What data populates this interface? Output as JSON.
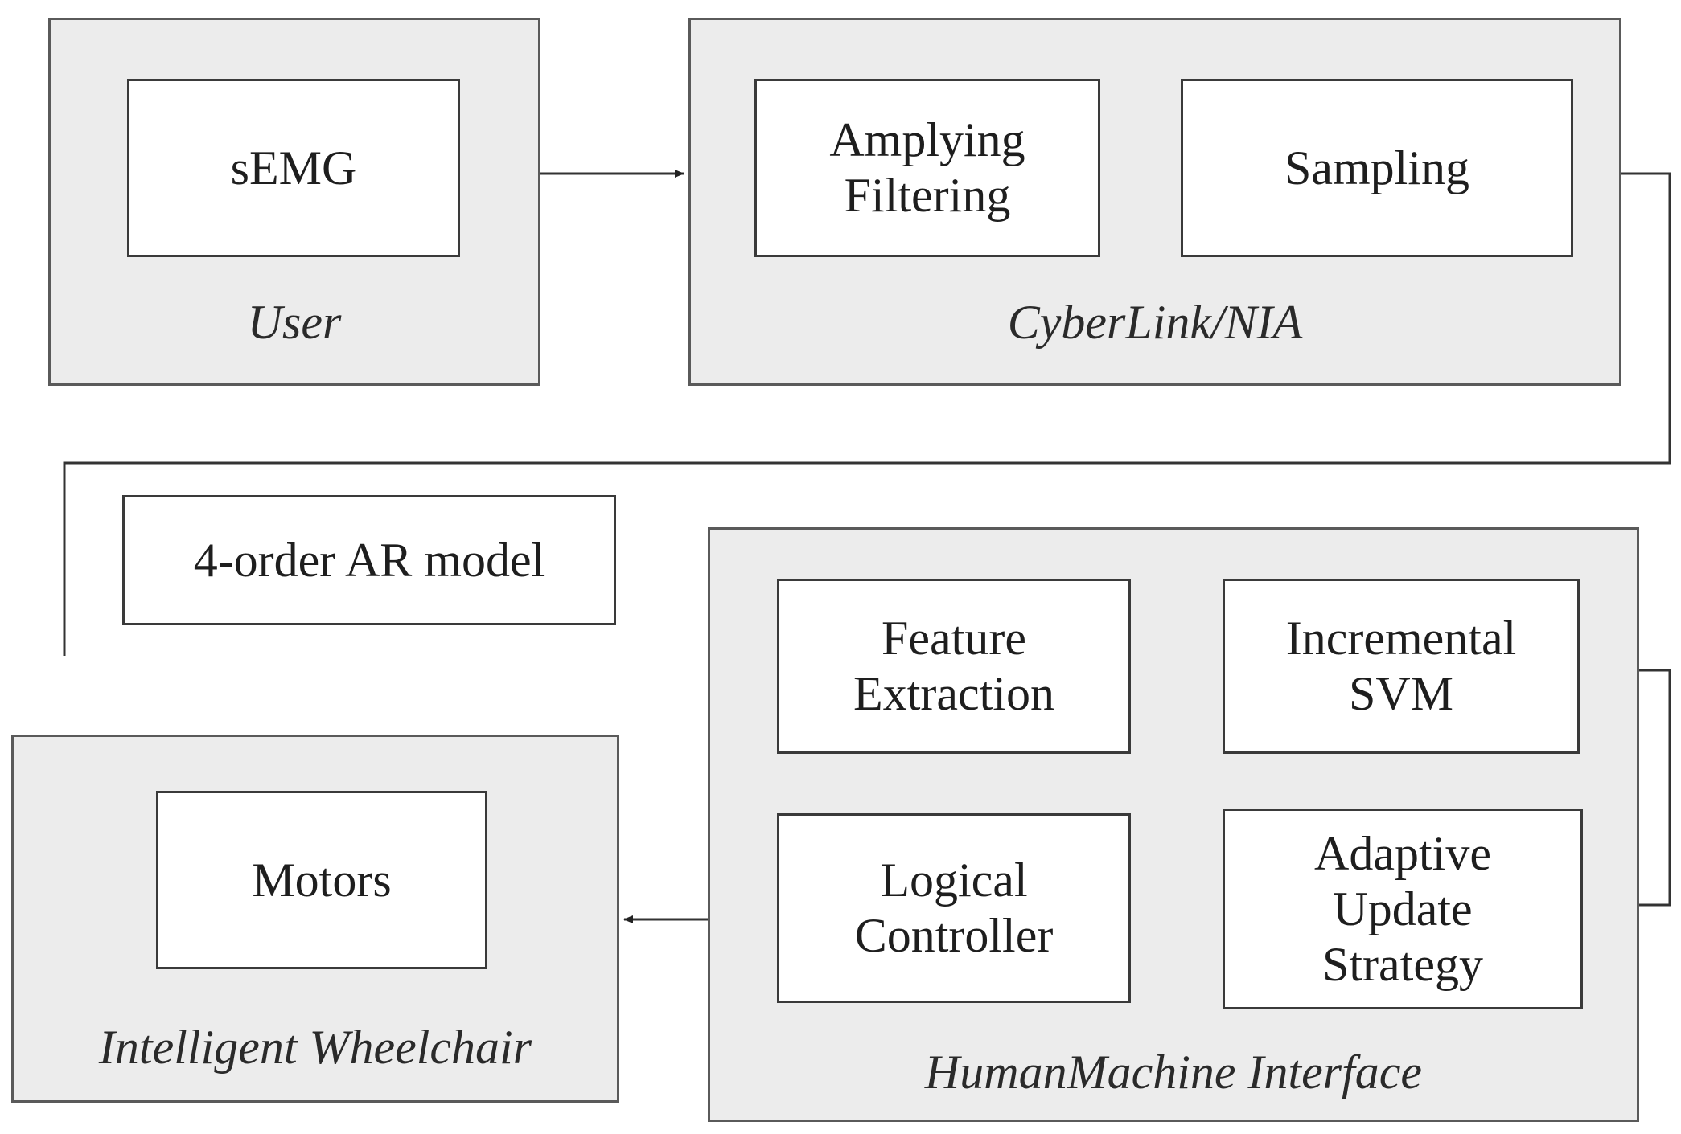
{
  "groups": {
    "user": {
      "caption": "User"
    },
    "cyberlink": {
      "caption": "CyberLink/NIA"
    },
    "wheelchair": {
      "caption": "Intelligent Wheelchair"
    },
    "hmi": {
      "caption": "HumanMachine Interface"
    }
  },
  "nodes": {
    "semg": {
      "lines": [
        "sEMG"
      ]
    },
    "amplifying": {
      "lines": [
        "Amplying",
        "Filtering"
      ]
    },
    "sampling": {
      "lines": [
        "Sampling"
      ]
    },
    "ar_model": {
      "lines": [
        "4-order AR model"
      ]
    },
    "feature": {
      "lines": [
        "Feature",
        "Extraction"
      ]
    },
    "svm": {
      "lines": [
        "Incremental",
        "SVM"
      ]
    },
    "adaptive": {
      "lines": [
        "Adaptive",
        "Update",
        "Strategy"
      ]
    },
    "logical": {
      "lines": [
        "Logical",
        "Controller"
      ]
    },
    "motors": {
      "lines": [
        "Motors"
      ]
    }
  },
  "colors": {
    "group_fill": "#ececec",
    "group_border": "#5a5a5a",
    "line": "#333333",
    "text": "#1e1e1e"
  }
}
